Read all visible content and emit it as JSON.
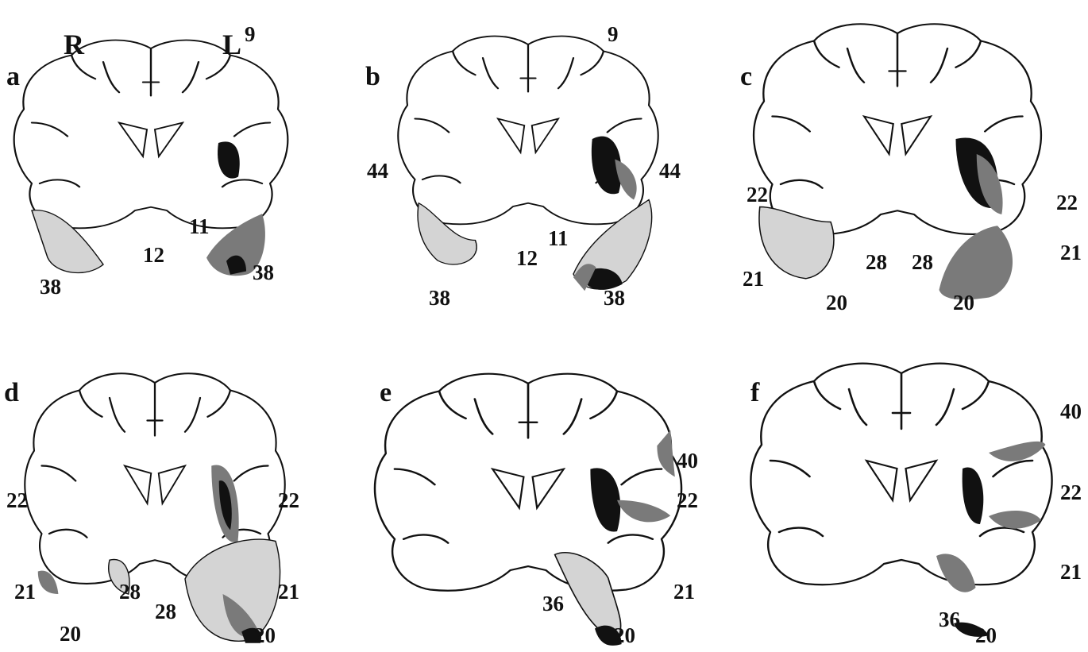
{
  "orientation": {
    "right": "R",
    "left": "L"
  },
  "panels": [
    {
      "letter": "a",
      "labels": [
        "9",
        "11",
        "12",
        "38",
        "38"
      ]
    },
    {
      "letter": "b",
      "labels": [
        "9",
        "44",
        "44",
        "11",
        "12",
        "38",
        "38"
      ]
    },
    {
      "letter": "c",
      "labels": [
        "22",
        "22",
        "21",
        "28",
        "28",
        "21",
        "20",
        "20"
      ]
    },
    {
      "letter": "d",
      "labels": [
        "22",
        "22",
        "21",
        "21",
        "28",
        "28",
        "20",
        "20"
      ]
    },
    {
      "letter": "e",
      "labels": [
        "40",
        "22",
        "21",
        "36",
        "20"
      ]
    },
    {
      "letter": "f",
      "labels": [
        "40",
        "22",
        "21",
        "36",
        "20"
      ]
    }
  ],
  "colors": {
    "lesion_high": "#111111",
    "lesion_mid": "#7a7a7a",
    "lesion_low": "#d4d4d4"
  }
}
